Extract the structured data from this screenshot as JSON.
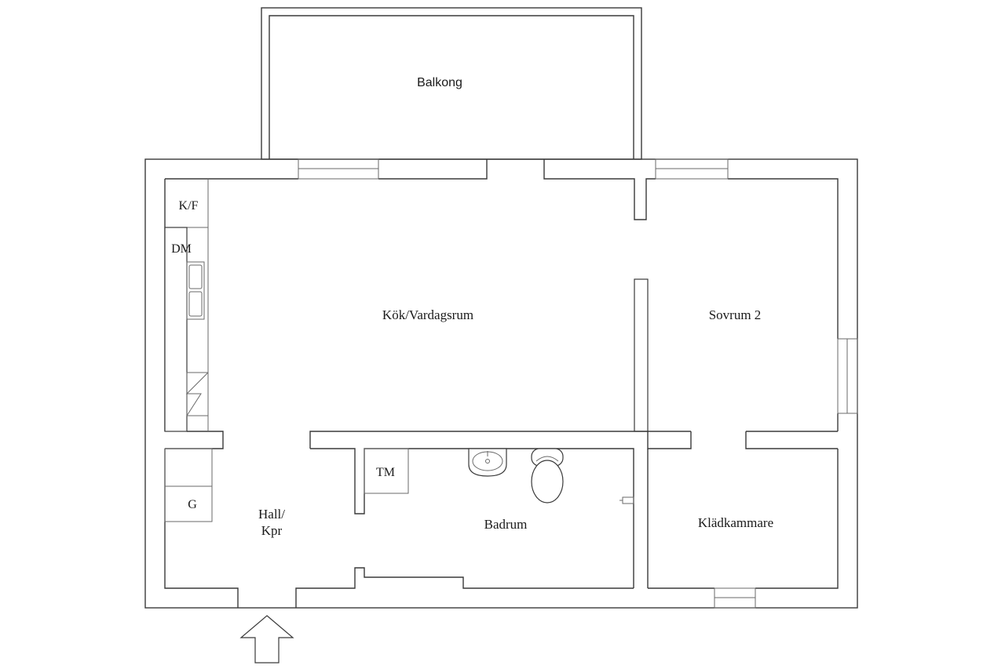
{
  "rooms": {
    "balcony": "Balkong",
    "kitchen_living": "Kök/Vardagsrum",
    "bedroom": "Sovrum 2",
    "hall_line1": "Hall/",
    "hall_line2": "Kpr",
    "bathroom": "Badrum",
    "walk_in_closet": "Klädkammare"
  },
  "fixtures": {
    "fridge_freezer": "K/F",
    "dishwasher": "DM",
    "washing_machine": "TM",
    "wardrobe": "G"
  },
  "colors": {
    "wall": "#3a3a3a",
    "background": "#ffffff"
  }
}
